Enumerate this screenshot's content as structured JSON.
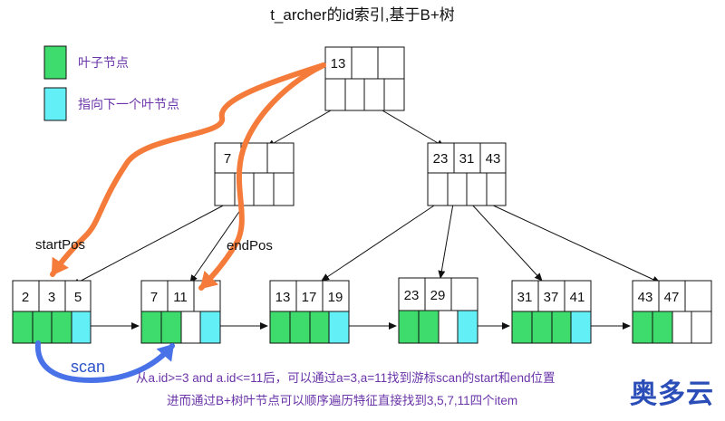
{
  "title": "t_archer的id索引,基于B+树",
  "legend": [
    {
      "label": "叶子节点",
      "color": "#3ddc6c"
    },
    {
      "label": "指向下一个叶节点",
      "color": "#62f0f6"
    }
  ],
  "tree": {
    "root": {
      "keys": [
        "13",
        "",
        ""
      ]
    },
    "internal": [
      {
        "keys": [
          "7",
          "",
          ""
        ]
      },
      {
        "keys": [
          "23",
          "31",
          "43"
        ]
      }
    ],
    "leaves": [
      {
        "keys": [
          "2",
          "3",
          "5"
        ],
        "fills": [
          "leaf",
          "leaf",
          "leaf",
          "next"
        ]
      },
      {
        "keys": [
          "7",
          "11",
          ""
        ],
        "fills": [
          "leaf",
          "leaf",
          "empty",
          "next"
        ]
      },
      {
        "keys": [
          "13",
          "17",
          "19"
        ],
        "fills": [
          "leaf",
          "leaf",
          "leaf",
          "next"
        ]
      },
      {
        "keys": [
          "23",
          "29",
          ""
        ],
        "fills": [
          "leaf",
          "leaf",
          "empty",
          "next"
        ]
      },
      {
        "keys": [
          "31",
          "37",
          "41"
        ],
        "fills": [
          "leaf",
          "leaf",
          "leaf",
          "next"
        ]
      },
      {
        "keys": [
          "43",
          "47",
          ""
        ],
        "fills": [
          "leaf",
          "leaf",
          "empty",
          "empty"
        ]
      }
    ]
  },
  "labels": {
    "start": "startPos",
    "end": "endPos",
    "scan": "scan"
  },
  "caption": [
    "从a.id>=3 and a.id<=11后，可以通过a=3,a=11找到游标scan的start和end位置",
    "进而通过B+树叶节点可以顺序遍历特征直接找到3,5,7,11四个item"
  ],
  "watermark": "奥多云",
  "colors": {
    "leaf": "#3ddc6c",
    "next": "#62f0f6",
    "highlight": "#f47b3a",
    "scan": "#4a72e8",
    "caption": "#6a35a8"
  }
}
